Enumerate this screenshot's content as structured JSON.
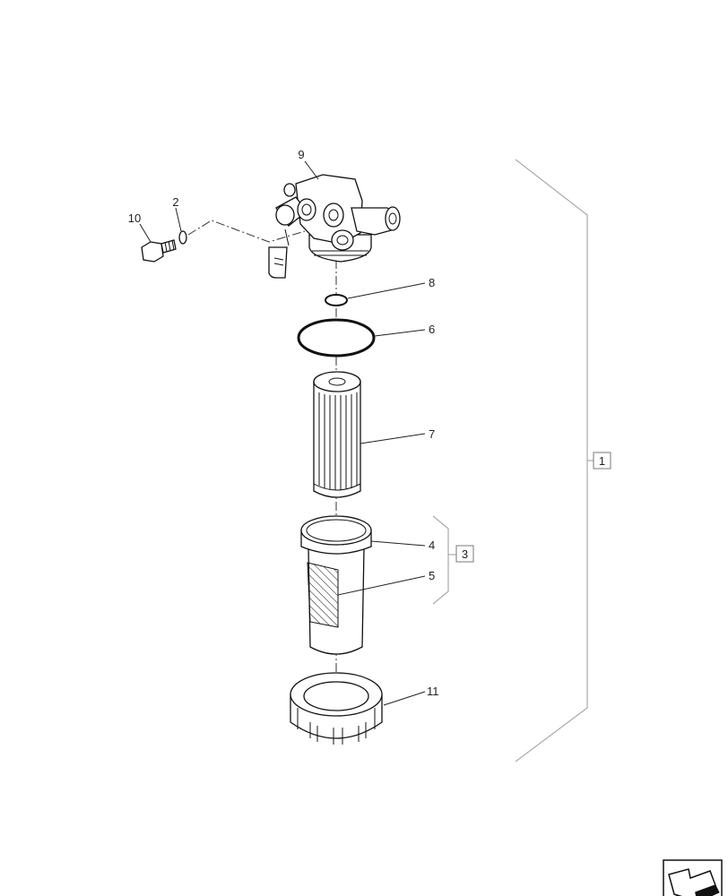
{
  "callouts": {
    "c1": "1",
    "c2": "2",
    "c3": "3",
    "c4": "4",
    "c5": "5",
    "c6": "6",
    "c7": "7",
    "c8": "8",
    "c9": "9",
    "c10": "10",
    "c11": "11"
  },
  "icons": {
    "nav": "arrow-next-page-icon"
  },
  "colors": {
    "line": "#111111",
    "bracket": "#999999",
    "background": "#ffffff"
  }
}
